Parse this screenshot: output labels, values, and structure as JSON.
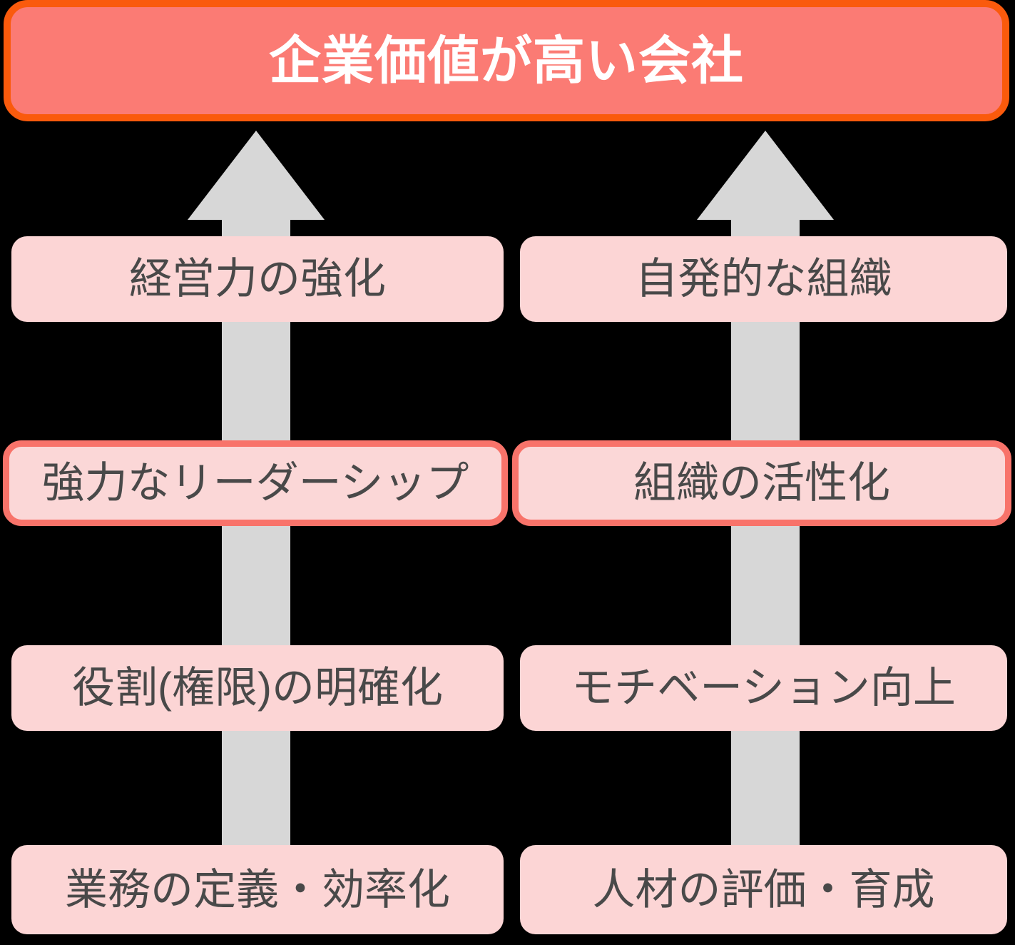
{
  "diagram": {
    "title_banner": {
      "label": "企業価値が高い会社",
      "fill_color": "#FB7B74",
      "border_color": "#FA5A0C",
      "text_color": "#FFFFFF"
    },
    "colors": {
      "background": "#000000",
      "box_fill": "#FCD5D5",
      "box_text": "#494949",
      "highlight_border": "#F8736A",
      "arrow_fill": "#D7D7D7"
    },
    "arrows": [
      {
        "name": "left-column-arrow",
        "direction": "up",
        "target": "企業価値が高い会社"
      },
      {
        "name": "right-column-arrow",
        "direction": "up",
        "target": "企業価値が高い会社"
      }
    ],
    "columns": [
      {
        "name": "left-column",
        "theme": "経営力の強化",
        "items": [
          {
            "label": "経営力の強化",
            "highlighted": false
          },
          {
            "label": "強力なリーダーシップ",
            "highlighted": true
          },
          {
            "label": "役割(権限)の明確化",
            "highlighted": false
          },
          {
            "label": "業務の定義・効率化",
            "highlighted": false
          }
        ]
      },
      {
        "name": "right-column",
        "theme": "自発的な組織",
        "items": [
          {
            "label": "自発的な組織",
            "highlighted": false
          },
          {
            "label": "組織の活性化",
            "highlighted": true
          },
          {
            "label": "モチベーション向上",
            "highlighted": false
          },
          {
            "label": "人材の評価・育成",
            "highlighted": false
          }
        ]
      }
    ]
  }
}
